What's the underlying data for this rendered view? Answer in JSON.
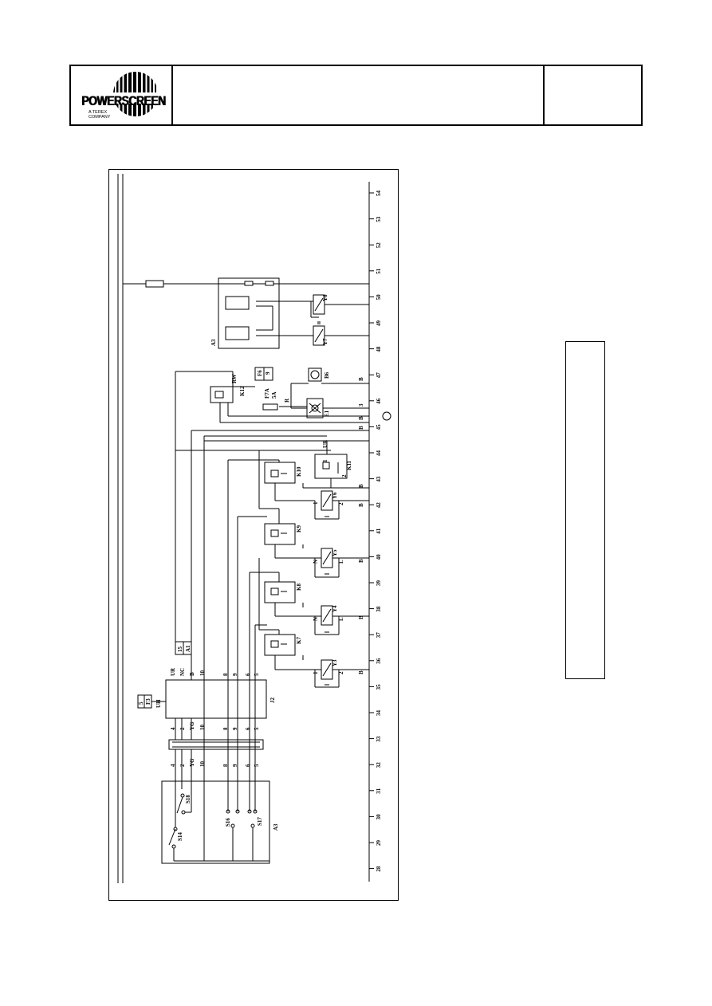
{
  "logo": {
    "brand": "POWERSCREEN",
    "tagline_line1": "A TEREX",
    "tagline_line2": "COMPANY"
  },
  "title_block": {
    "title": "",
    "drawing_no": ""
  },
  "diagram": {
    "column_numbers": [
      "54",
      "53",
      "52",
      "51",
      "50",
      "49",
      "48",
      "47",
      "46",
      "45",
      "44",
      "43",
      "42",
      "41",
      "40",
      "39",
      "38",
      "37",
      "36",
      "35",
      "34",
      "33",
      "32",
      "31",
      "30",
      "29",
      "28"
    ],
    "components": {
      "a3_top": "A3",
      "a3_bottom": "A3",
      "y8": "Y8",
      "y7": "Y7",
      "b6": "B6",
      "e1": "E1",
      "k12": "K12",
      "f6_label": "F6",
      "f6_pin": "9",
      "f7a": "F7A",
      "f7a_rating": "5A",
      "k10": "K10",
      "k11": "K11",
      "k9": "K9",
      "k8": "K8",
      "k7": "K7",
      "y6": "Y6",
      "y5": "Y5",
      "y4": "Y4",
      "y3": "Y3",
      "j2": "J2",
      "a1_pin": "15",
      "a1": "A1",
      "f3_pin": "5",
      "f3": "F3",
      "s14": "S14",
      "s18": "S18",
      "s16": "S16",
      "s17": "S17"
    },
    "wire_labels": {
      "rw": "RW",
      "ur": "UR",
      "ur_k11": "UR",
      "r": "R",
      "b47": "B",
      "b46": "B",
      "b45a": "B",
      "b45b": "B",
      "b43": "B",
      "b42": "B",
      "b40": "B",
      "b38": "B",
      "b35": "B",
      "n46": "3",
      "k11_1": "1",
      "k11_2": "2",
      "y6_1": "1",
      "y6_2": "2",
      "y5_n": "N",
      "y5_l": "L",
      "y4_n": "N",
      "y4_l": "L",
      "y3_1": "1",
      "y3_2": "2",
      "uh": "UH"
    },
    "j2_top_pins": [
      "UR",
      "NC",
      "B",
      "10",
      "8",
      "9",
      "6",
      "5"
    ],
    "j2_bottom_pins": [
      "4",
      "2",
      "YG",
      "10",
      "8",
      "9",
      "6",
      "5"
    ],
    "connector_pins": [
      "4",
      "2",
      "YG",
      "10",
      "8",
      "9",
      "6",
      "5"
    ]
  }
}
